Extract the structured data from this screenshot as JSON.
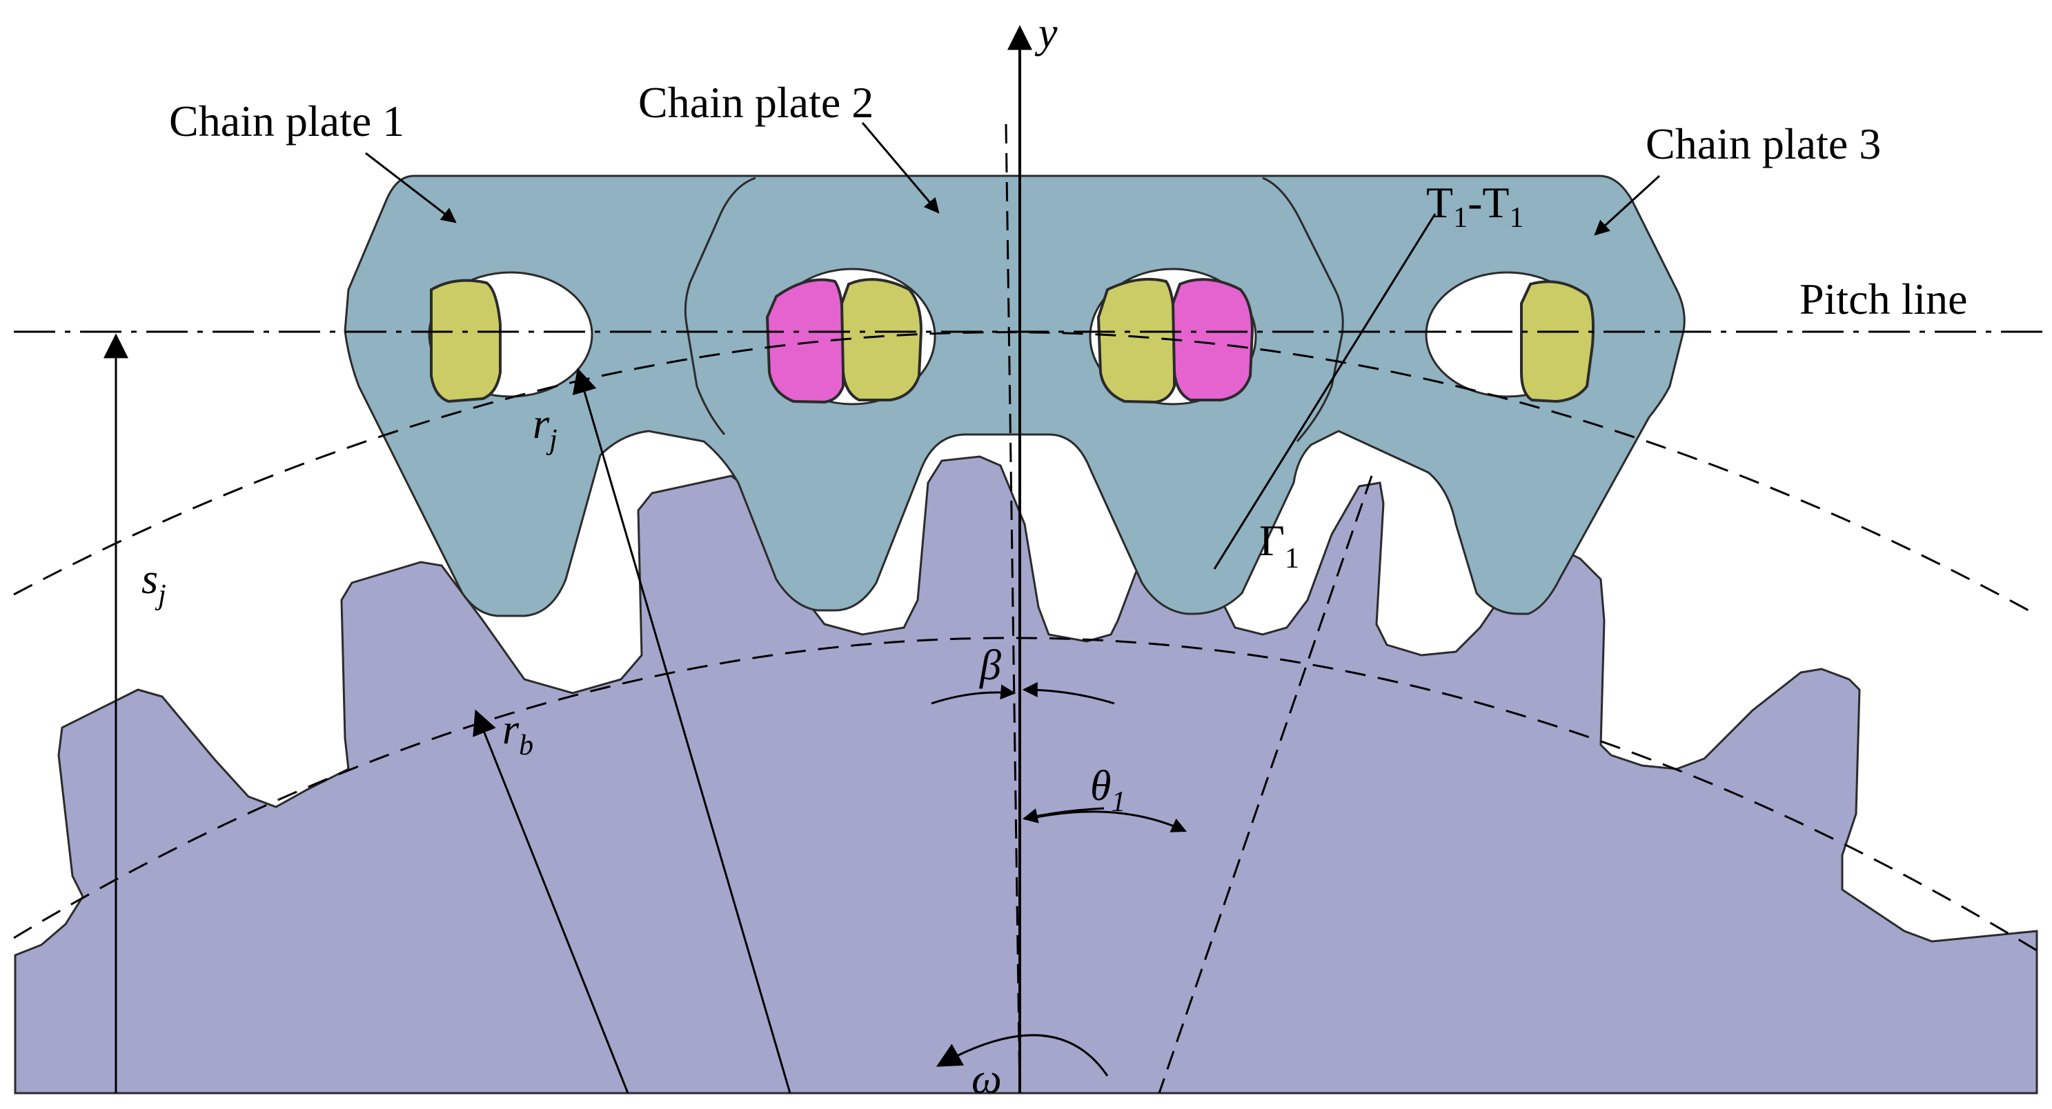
{
  "labels": {
    "chain_plate_1": "Chain plate 1",
    "chain_plate_2": "Chain plate 2",
    "chain_plate_3": "Chain plate 3",
    "pitch_line": "Pitch line",
    "t1_t1": {
      "T": "T",
      "sub1": "1",
      "dash": "-T",
      "sub2": "1"
    },
    "gamma_1": {
      "main": "Γ",
      "sub": "1"
    },
    "y_axis": "y",
    "r_j": {
      "main": "r",
      "sub": "j"
    },
    "s_j": {
      "main": "s",
      "sub": "j"
    },
    "r_b": {
      "main": "r",
      "sub": "b"
    },
    "beta": "β",
    "theta_1": {
      "main": "θ",
      "sub": "1"
    },
    "omega": "ω"
  },
  "colors": {
    "sprocket": "#a5a6cc",
    "chain_plate": "#90b2c1",
    "pin_yellow": "#cbcc66",
    "pin_magenta": "#e463cf",
    "hole": "#ffffff",
    "outline": "#2b2b2b",
    "line": "#000000"
  }
}
